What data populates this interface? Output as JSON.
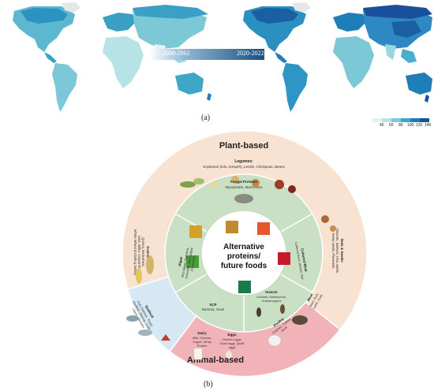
{
  "panel_a": {
    "label": "(a)",
    "year_start": "2000-2002",
    "year_end": "2020-2022",
    "legend_ticks": [
      "40",
      "60",
      "80",
      "100",
      "120",
      "140"
    ],
    "colors": [
      "#e3f3f3",
      "#b7e3e6",
      "#7dc8d6",
      "#3ea7c7",
      "#1f7db7",
      "#1a4f9b"
    ]
  },
  "panel_b": {
    "label": "(b)",
    "outer_top": "Plant-based",
    "outer_bottom": "Animal-based",
    "center_line1": "Alternative",
    "center_line2": "proteins/",
    "center_line3": "future foods",
    "legumes_title": "Legumes:",
    "legumes_items": "Soybeans (tofu, tempeh), Lentils, Chickpeas, Beans",
    "grains_title": "Grains:",
    "grains_line1": "Quinoa, Buckwheat,",
    "grains_line2": "Oats, Millet, Amaranth,",
    "grains_line3": "Whole Wheat (including Seitan)",
    "nuts_title": "Nuts & Seeds:",
    "nuts_line1": "Almonds, Walnuts, Chia seeds,",
    "nuts_line2": "Hemp seeds, Flaxseeds",
    "fungal_title": "Fungal Proteins",
    "fungal_items": "Mycoprotein, Mushrooms",
    "cultured_title": "Cultured Meat",
    "cultured_items": "Cultured beef, chicken, fish",
    "algae_title": "Algae",
    "algae_line1": "Microalgae (Spirulina,",
    "algae_line2": "Chlorella), Macroalgae",
    "algae_line3": "(Seaweed)",
    "scp_title": "SCP",
    "scp_items": "Bacteria, Yeast",
    "insects_title": "Insects",
    "insects_line1": "Crickets, Mealworms,",
    "insects_line2": "Grasshoppers",
    "seafood_title": "Seafood",
    "seafood_line1": "Fish (Salmon, Tuna),",
    "seafood_line2": "Shellfish (Shrimp, Crab),",
    "seafood_line3": "Clams, Mussels",
    "dairy_title": "Dairy",
    "dairy_line1": "Milk, Cheese,",
    "dairy_line2": "Yogurt, Whey",
    "dairy_line3": "Protein",
    "eggs_title": "Eggs",
    "eggs_line1": "Chicken eggs,",
    "eggs_line2": "Duck eggs, Quail",
    "eggs_line3": "eggs",
    "poultry_title": "Poultry",
    "poultry_line1": "Chicken, Turkey,",
    "poultry_line2": "Duck",
    "meat_title": "Meat",
    "meat_line1": "Beef, Pork,",
    "meat_line2": "Lamb, Goat"
  }
}
